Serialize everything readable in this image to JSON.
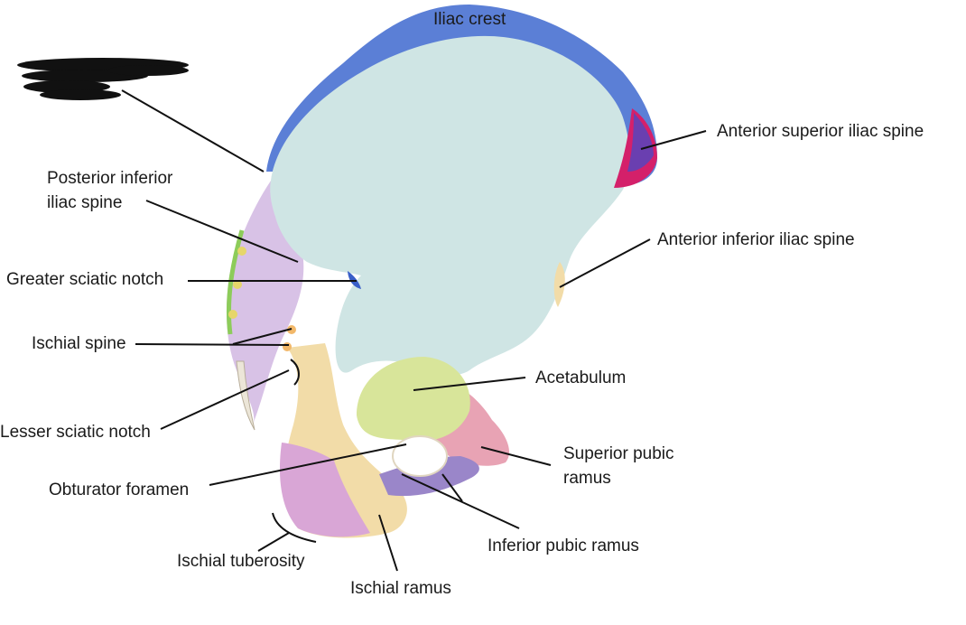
{
  "diagram": {
    "labels": {
      "iliac_crest": "Iliac crest",
      "anterior_superior_iliac_spine": "Anterior superior iliac spine",
      "anterior_inferior_iliac_spine": "Anterior inferior iliac spine",
      "posterior_inferior_iliac_spine": "Posterior inferior\niliac spine",
      "greater_sciatic_notch": "Greater sciatic notch",
      "ischial_spine": "Ischial spine",
      "acetabulum": "Acetabulum",
      "lesser_sciatic_notch": "Lesser sciatic notch",
      "superior_pubic_ramus": "Superior pubic\nramus",
      "obturator_foramen": "Obturator foramen",
      "inferior_pubic_ramus": "Inferior pubic ramus",
      "ischial_tuberosity": "Ischial tuberosity",
      "ischial_ramus": "Ischial ramus"
    },
    "colors": {
      "ilium_body": "#cfe5e4",
      "iliac_crest": "#5b7fd6",
      "asis": "#d4206a",
      "asis_inner": "#6a3fb0",
      "ischium": "#f2dca8",
      "pubis": "#e8a3b4",
      "acetabulum": "#d8e59a",
      "ischial_tuberosity": "#d9a6d6",
      "inferior_ramus": "#9a86c9",
      "posterior": "#d8c2e6",
      "auricular": "#e6d66a",
      "edge_green": "#8dcc5a",
      "leader": "#111111"
    }
  }
}
